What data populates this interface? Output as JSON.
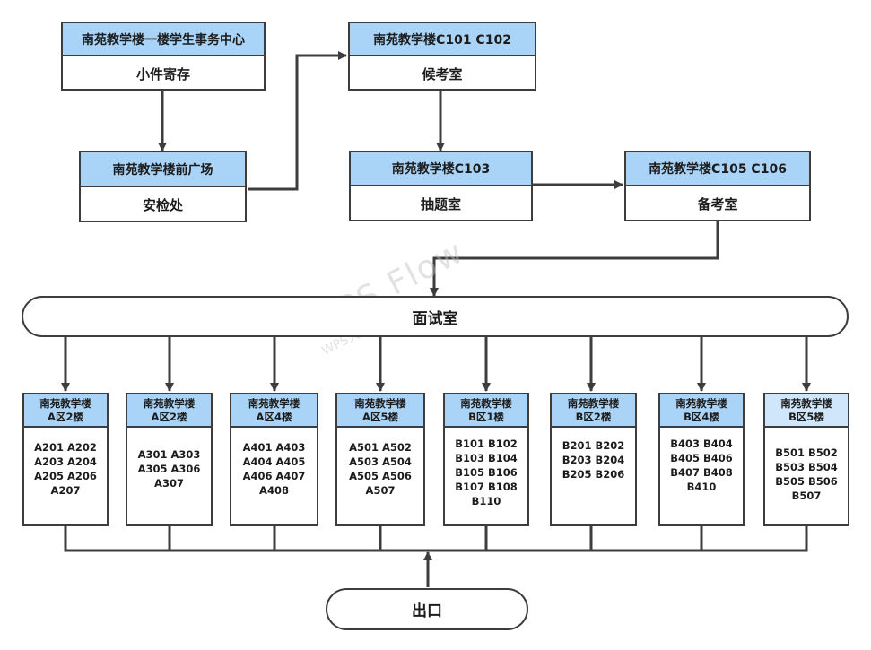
{
  "flow": {
    "step1": {
      "header": "南苑教学楼一楼学生事务中心",
      "label": "小件寄存"
    },
    "step2": {
      "header": "南苑教学楼前广场",
      "label": "安检处"
    },
    "step3": {
      "header": "南苑教学楼C101  C102",
      "label": "候考室"
    },
    "step4": {
      "header": "南苑教学楼C103",
      "label": "抽题室"
    },
    "step5": {
      "header": "南苑教学楼C105 C106",
      "label": "备考室"
    },
    "interview": {
      "label": "面试室"
    },
    "exit": {
      "label": "出口"
    }
  },
  "rooms": [
    {
      "line1": "南苑教学楼",
      "line2": "A区2楼",
      "rows": [
        "A201 A202",
        "A203 A204",
        "A205 A206",
        "A207"
      ]
    },
    {
      "line1": "南苑教学楼",
      "line2": "A区2楼",
      "rows": [
        "A301 A303",
        "A305 A306",
        "A307"
      ]
    },
    {
      "line1": "南苑教学楼",
      "line2": "A区4楼",
      "rows": [
        "A401 A403",
        "A404 A405",
        "A406 A407",
        "A408"
      ]
    },
    {
      "line1": "南苑教学楼",
      "line2": "A区5楼",
      "rows": [
        "A501 A502",
        "A503 A504",
        "A505 A506",
        "A507"
      ]
    },
    {
      "line1": "南苑教学楼",
      "line2": "B区1楼",
      "rows": [
        "B101 B102",
        "B103 B104",
        "B105 B106",
        "B107 B108",
        "B110"
      ]
    },
    {
      "line1": "南苑教学楼",
      "line2": "B区2楼",
      "rows": [
        "B201 B202",
        "B203 B204",
        "B205 B206"
      ]
    },
    {
      "line1": "南苑教学楼",
      "line2": "B区4楼",
      "rows": [
        "B403 B404",
        "B405 B406",
        "B407 B408",
        "B410"
      ]
    },
    {
      "line1": "南苑教学楼",
      "line2": "B区5楼",
      "rows": [
        "B501 B502",
        "B503 B504",
        "B505 B506",
        "B507"
      ]
    }
  ],
  "watermark": {
    "line1": "WPS Flow",
    "line2": "WPS大赛流程图能力"
  },
  "colors": {
    "header_fill": "#a9d4f7",
    "header_fill_light": "#cfe6fb",
    "stroke": "#3d3d3d",
    "watermark": "#bebebe"
  }
}
